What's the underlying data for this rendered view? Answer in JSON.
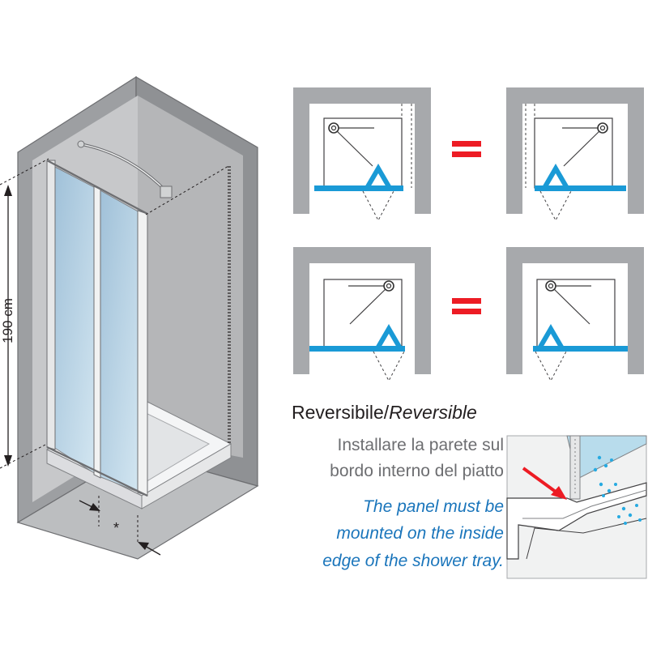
{
  "height_dimension": "190 cm",
  "asterisk_mark": "*",
  "orientation_diagrams": [
    {
      "row": 1,
      "equals": "="
    },
    {
      "row": 2,
      "equals": "="
    }
  ],
  "reversible": {
    "title_it": "Reversibile",
    "separator": "/",
    "title_en": "Reversible",
    "instruction_it": [
      "Installare la parete sul",
      "bordo interno del piatto"
    ],
    "instruction_en": [
      "The panel must be",
      "mounted on the inside",
      "edge of the shower tray."
    ]
  },
  "colors": {
    "wall_gray": "#a7a9ac",
    "panel_blue": "#1a9ad6",
    "equals_red": "#ed1c24",
    "english_text_blue": "#1a75bb",
    "glass_blue": "#b8d4e6"
  },
  "icons": [
    "shower-head-icon",
    "door-swing-triangle-icon",
    "equals-icon",
    "water-drop-icon"
  ]
}
